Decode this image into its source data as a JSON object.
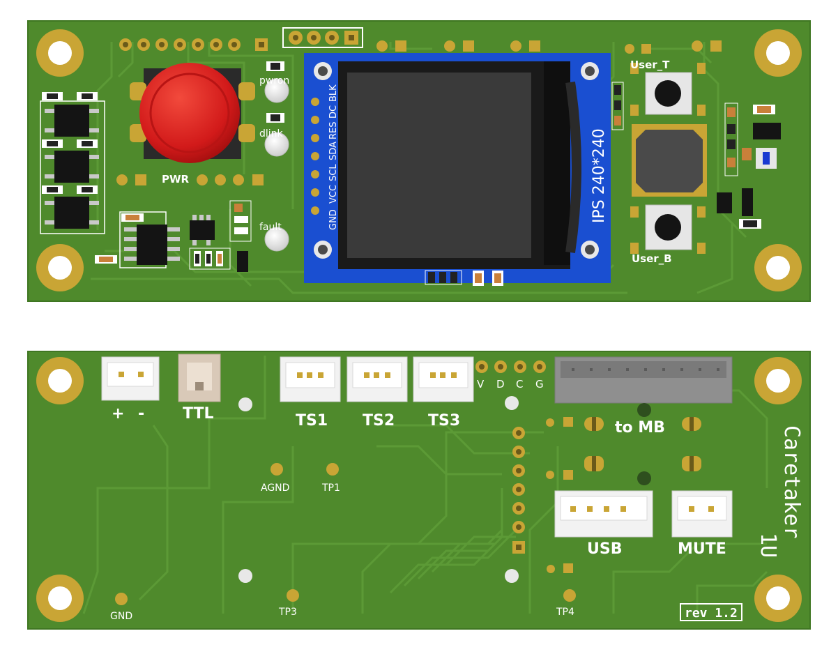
{
  "colors": {
    "pcb": "#4f8a2c",
    "pcb_edge": "#3f7622",
    "trace": "#5c9a36",
    "pad_gold": "#c9a535",
    "silk": "#ffffff",
    "lcd_blue": "#1a4fd1",
    "button_red": "#d21a1a"
  },
  "front_board": {
    "leds": [
      {
        "label": "pwron"
      },
      {
        "label": "dlink"
      },
      {
        "label": "fault"
      }
    ],
    "power_button_label": "PWR",
    "display": {
      "pin_labels": [
        "GND",
        "VCC",
        "SCL",
        "SDA",
        "RES",
        "DC",
        "BLK"
      ],
      "model_label": "IPS 240*240"
    },
    "buttons": [
      {
        "label": "User_T"
      },
      {
        "label": "User_B"
      }
    ]
  },
  "back_board": {
    "power_connector": {
      "plus": "+",
      "minus": "-"
    },
    "ttl_label": "TTL",
    "ts_connectors": [
      "TS1",
      "TS2",
      "TS3"
    ],
    "header_labels": [
      "V",
      "D",
      "C",
      "G"
    ],
    "mb_label": "to MB",
    "test_points": {
      "agnd": "AGND",
      "tp1": "TP1",
      "gnd": "GND",
      "tp3": "TP3",
      "tp4": "TP4"
    },
    "usb_label": "USB",
    "mute_label": "MUTE",
    "product_name_line1": "Caretaker",
    "product_name_line2": "1U",
    "revision": "rev 1.2"
  }
}
